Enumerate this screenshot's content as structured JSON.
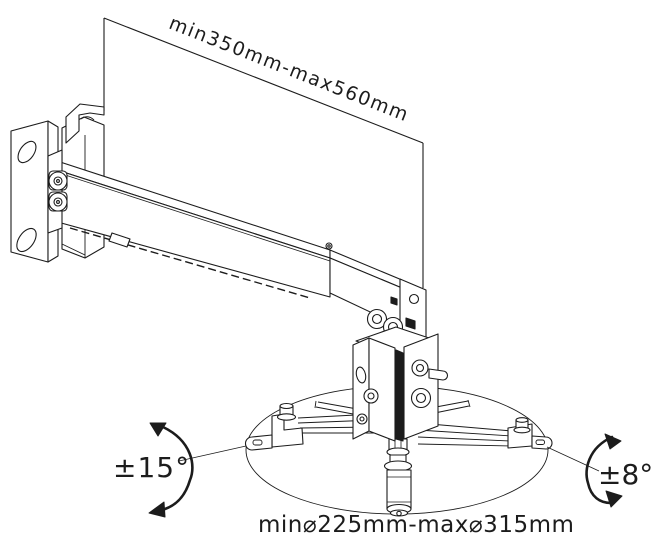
{
  "annotations": {
    "extension_range": "min350mm-max560mm",
    "tilt_range": "±15°",
    "swivel_range": "±8°",
    "base_diameter_range": "min⌀225mm-max⌀315mm"
  },
  "colors": {
    "line": "#1c1c1c",
    "background": "#ffffff"
  }
}
